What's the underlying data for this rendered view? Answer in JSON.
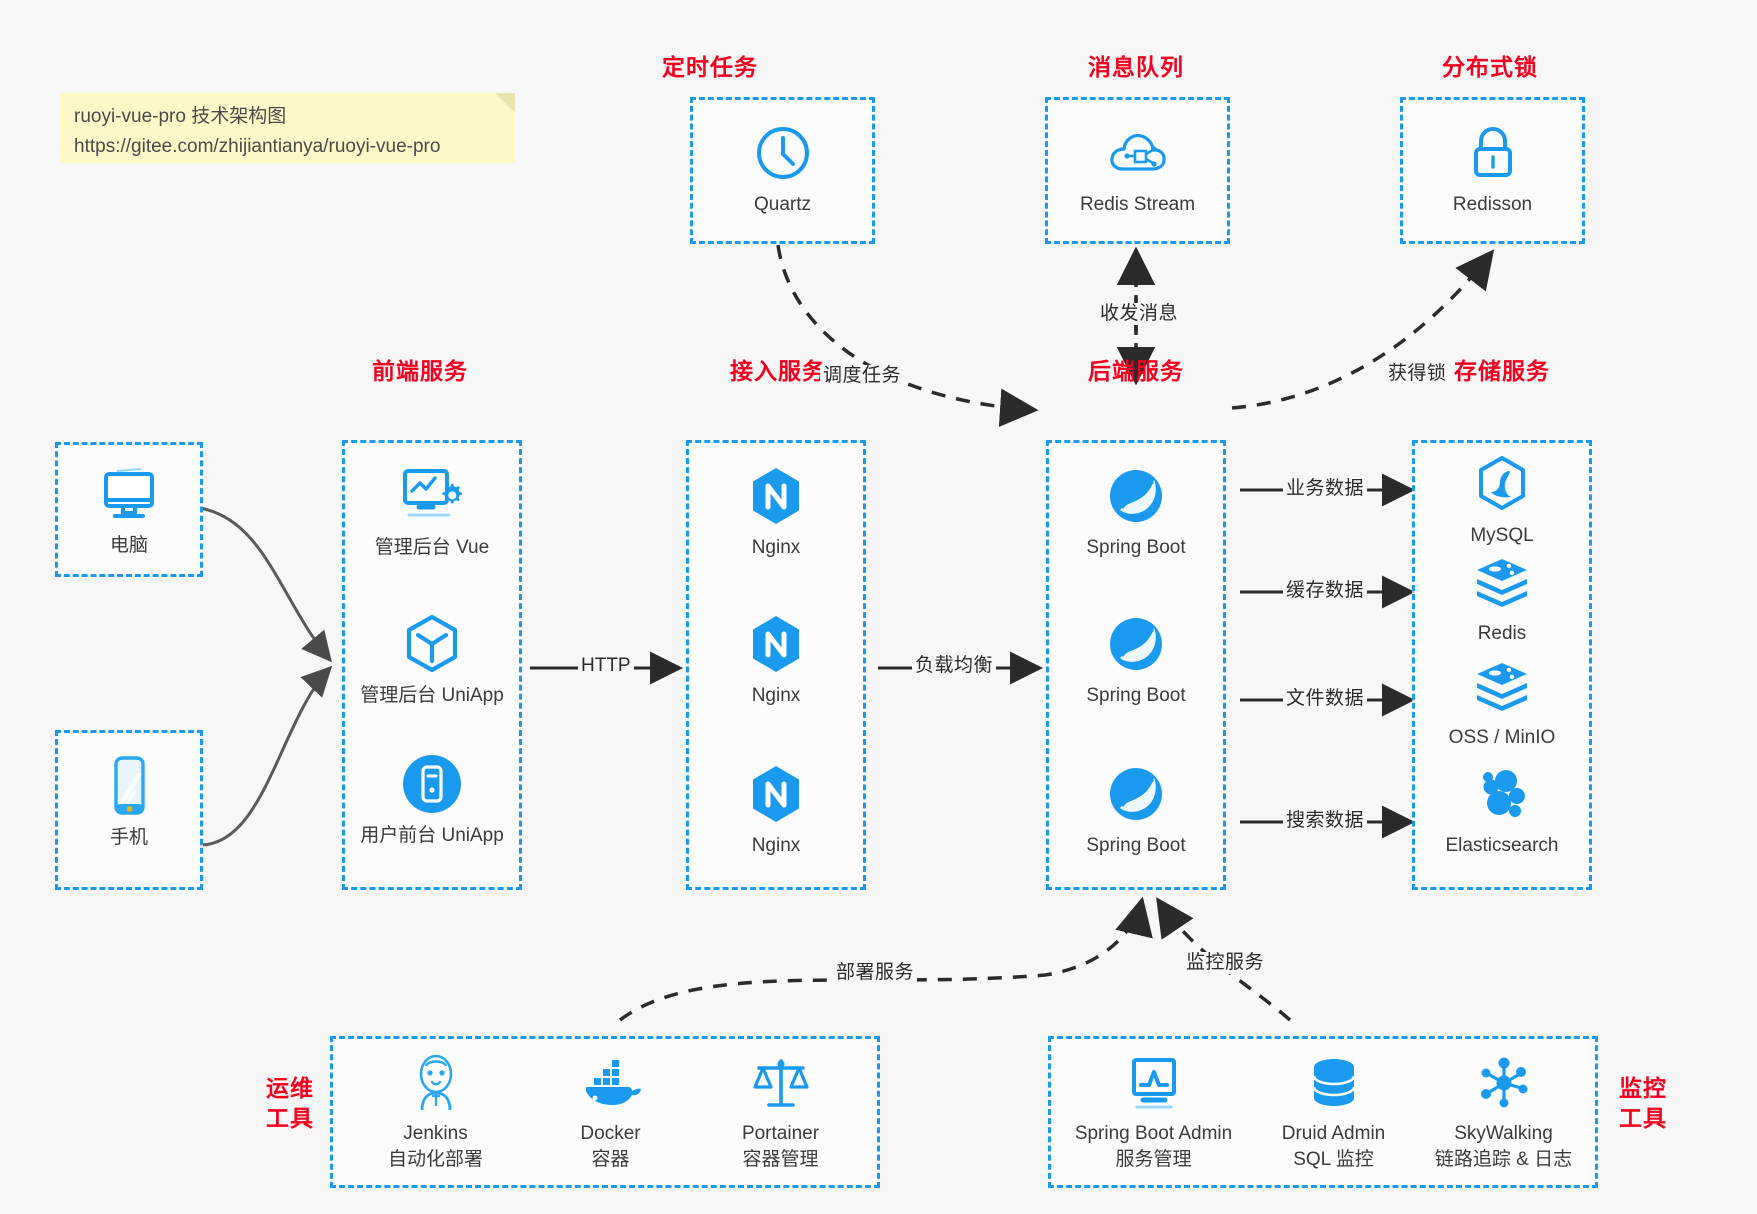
{
  "note": {
    "line1": "ruoyi-vue-pro 技术架构图",
    "line2": "https://gitee.com/zhijiantianya/ruoyi-vue-pro"
  },
  "groups": {
    "scheduled_task": {
      "title": "定时任务"
    },
    "message_queue": {
      "title": "消息队列"
    },
    "distributed_lock": {
      "title": "分布式锁"
    },
    "frontend_service": {
      "title": "前端服务"
    },
    "access_service": {
      "title": "接入服务"
    },
    "backend_service": {
      "title": "后端服务"
    },
    "storage_service": {
      "title": "存储服务"
    },
    "devops_tools": {
      "title_line1": "运维",
      "title_line2": "工具"
    },
    "monitor_tools": {
      "title_line1": "监控",
      "title_line2": "工具"
    }
  },
  "nodes": {
    "quartz": {
      "label": "Quartz",
      "icon": "clock-icon"
    },
    "redis_stream": {
      "label": "Redis Stream",
      "icon": "cloud-stream-icon"
    },
    "redisson": {
      "label": "Redisson",
      "icon": "lock-icon"
    },
    "computer": {
      "label": "电脑",
      "icon": "desktop-monitor-icon"
    },
    "phone": {
      "label": "手机",
      "icon": "smartphone-icon"
    },
    "admin_vue": {
      "label": "管理后台 Vue",
      "icon": "dashboard-gear-icon"
    },
    "admin_uniapp": {
      "label": "管理后台 UniApp",
      "icon": "uniapp-cube-icon"
    },
    "user_uniapp": {
      "label": "用户前台 UniApp",
      "icon": "mobile-app-icon"
    },
    "nginx_1": {
      "label": "Nginx",
      "icon": "nginx-icon"
    },
    "nginx_2": {
      "label": "Nginx",
      "icon": "nginx-icon"
    },
    "nginx_3": {
      "label": "Nginx",
      "icon": "nginx-icon"
    },
    "springboot_1": {
      "label": "Spring Boot",
      "icon": "spring-boot-icon"
    },
    "springboot_2": {
      "label": "Spring Boot",
      "icon": "spring-boot-icon"
    },
    "springboot_3": {
      "label": "Spring Boot",
      "icon": "spring-boot-icon"
    },
    "mysql": {
      "label": "MySQL",
      "icon": "mysql-dolphin-icon"
    },
    "redis": {
      "label": "Redis",
      "icon": "redis-stack-icon"
    },
    "oss_minio": {
      "label": "OSS / MinIO",
      "icon": "redis-stack-icon"
    },
    "elasticsearch": {
      "label": "Elasticsearch",
      "icon": "elasticsearch-icon"
    },
    "jenkins": {
      "label": "Jenkins",
      "sublabel": "自动化部署",
      "icon": "jenkins-butler-icon"
    },
    "docker": {
      "label": "Docker",
      "sublabel": "容器",
      "icon": "docker-whale-icon"
    },
    "portainer": {
      "label": "Portainer",
      "sublabel": "容器管理",
      "icon": "portainer-scale-icon"
    },
    "spring_boot_admin": {
      "label": "Spring Boot Admin",
      "sublabel": "服务管理",
      "icon": "monitor-chart-icon"
    },
    "druid_admin": {
      "label": "Druid Admin",
      "sublabel": "SQL 监控",
      "icon": "database-icon"
    },
    "skywalking": {
      "label": "SkyWalking",
      "sublabel": "链路追踪 & 日志",
      "icon": "skywalking-nodes-icon"
    }
  },
  "edges": {
    "schedule_task": "调度任务",
    "send_receive_message": "收发消息",
    "acquire_lock": "获得锁",
    "http": "HTTP",
    "load_balance": "负载均衡",
    "business_data": "业务数据",
    "cache_data": "缓存数据",
    "file_data": "文件数据",
    "search_data": "搜索数据",
    "deploy_service": "部署服务",
    "monitor_service": "监控服务"
  },
  "colors": {
    "accent_blue": "#1a9aef",
    "title_red": "#f5001e",
    "note_yellow": "#fcf8c8",
    "background": "#f7f7f7",
    "text": "#3b3b3b"
  }
}
